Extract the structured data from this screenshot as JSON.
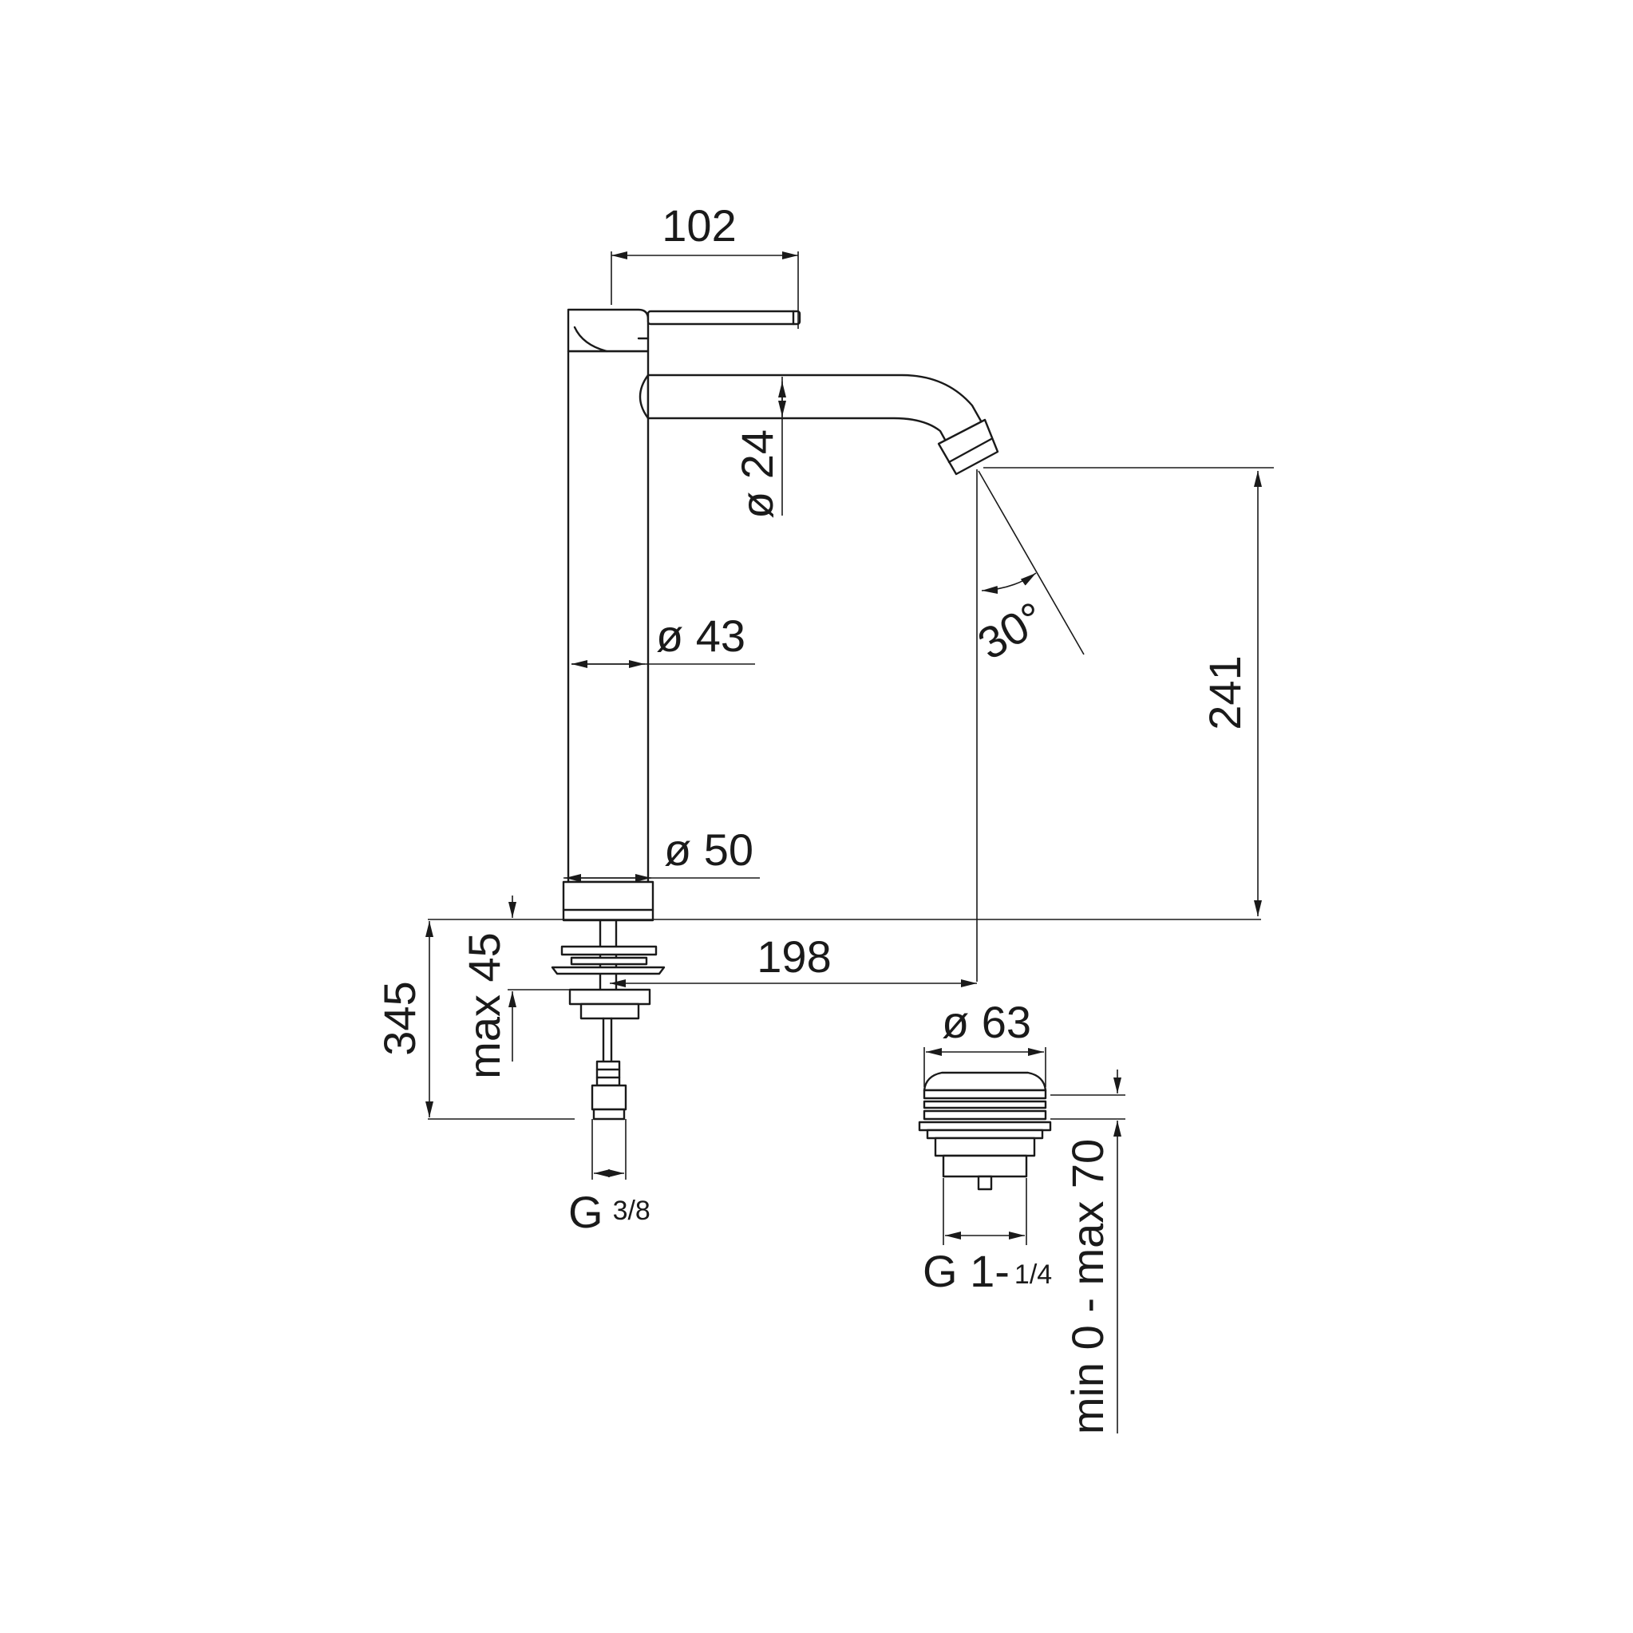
{
  "colors": {
    "line": "#1a1a1a",
    "background": "#ffffff"
  },
  "dimensions": {
    "handle_length": "102",
    "spout_diameter": "ø 24",
    "spout_angle": "30°",
    "body_diameter": "ø 43",
    "base_diameter": "ø 50",
    "spout_height": "241",
    "spout_reach": "198",
    "overall_height": "345",
    "deck_thickness": "max 45",
    "inlet_thread": {
      "main": "G",
      "fraction": "3/8"
    },
    "waste_diameter": "ø 63",
    "waste_thread": {
      "main": "G 1-",
      "fraction": "1/4"
    },
    "waste_range": "min 0 - max 70"
  }
}
